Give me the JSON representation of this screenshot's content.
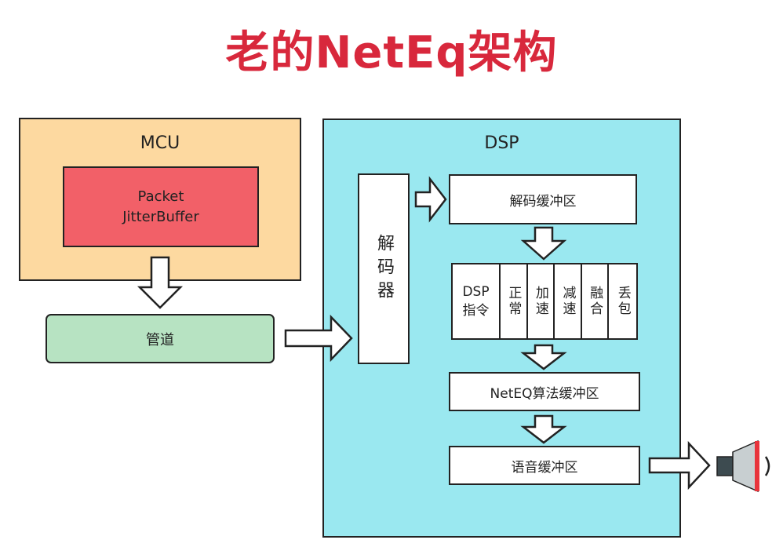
{
  "title": "老的NetEq架构",
  "mcu": {
    "label": "MCU",
    "packet_line1": "Packet",
    "packet_line2": "JitterBuffer"
  },
  "pipe": {
    "label": "管道"
  },
  "dsp": {
    "label": "DSP",
    "decoder": "解码器",
    "decode_buffer": "解码缓冲区",
    "commands": {
      "dsp_line1": "DSP",
      "dsp_line2": "指令",
      "items": [
        "正常",
        "加速",
        "减速",
        "融合",
        "丢包"
      ]
    },
    "neteq_buffer": "NetEQ算法缓冲区",
    "speech_buffer": "语音缓冲区"
  },
  "colors": {
    "title": "#d8283c",
    "mcu_bg": "#fdd9a0",
    "jitter_bg": "#f26068",
    "pipe_bg": "#b7e3c2",
    "dsp_bg": "#9ae8f0",
    "speaker_accent": "#e8343c"
  },
  "icons": {
    "speaker": "speaker-icon"
  }
}
